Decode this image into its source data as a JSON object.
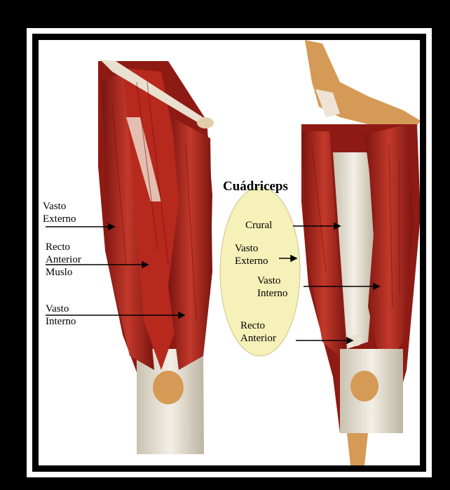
{
  "title": "Cuádriceps",
  "left_labels": {
    "vasto_externo": "Vasto\nExterno",
    "recto_anterior_muslo": "Recto\nAnterior\nMuslo",
    "vasto_interno": "Vasto\nInterno"
  },
  "right_labels": {
    "crural": "Crural",
    "vasto_externo": "Vasto\nExterno",
    "vasto_interno": "Vasto\nInterno",
    "recto_anterior": "Recto\nAnterior"
  },
  "colors": {
    "frame": "#000000",
    "muscle": "#b3261e",
    "muscle_dark": "#7a1410",
    "tendon": "#e8e2d4",
    "bone": "#d59a55",
    "ellipse_fill": "#f5f1b8"
  }
}
